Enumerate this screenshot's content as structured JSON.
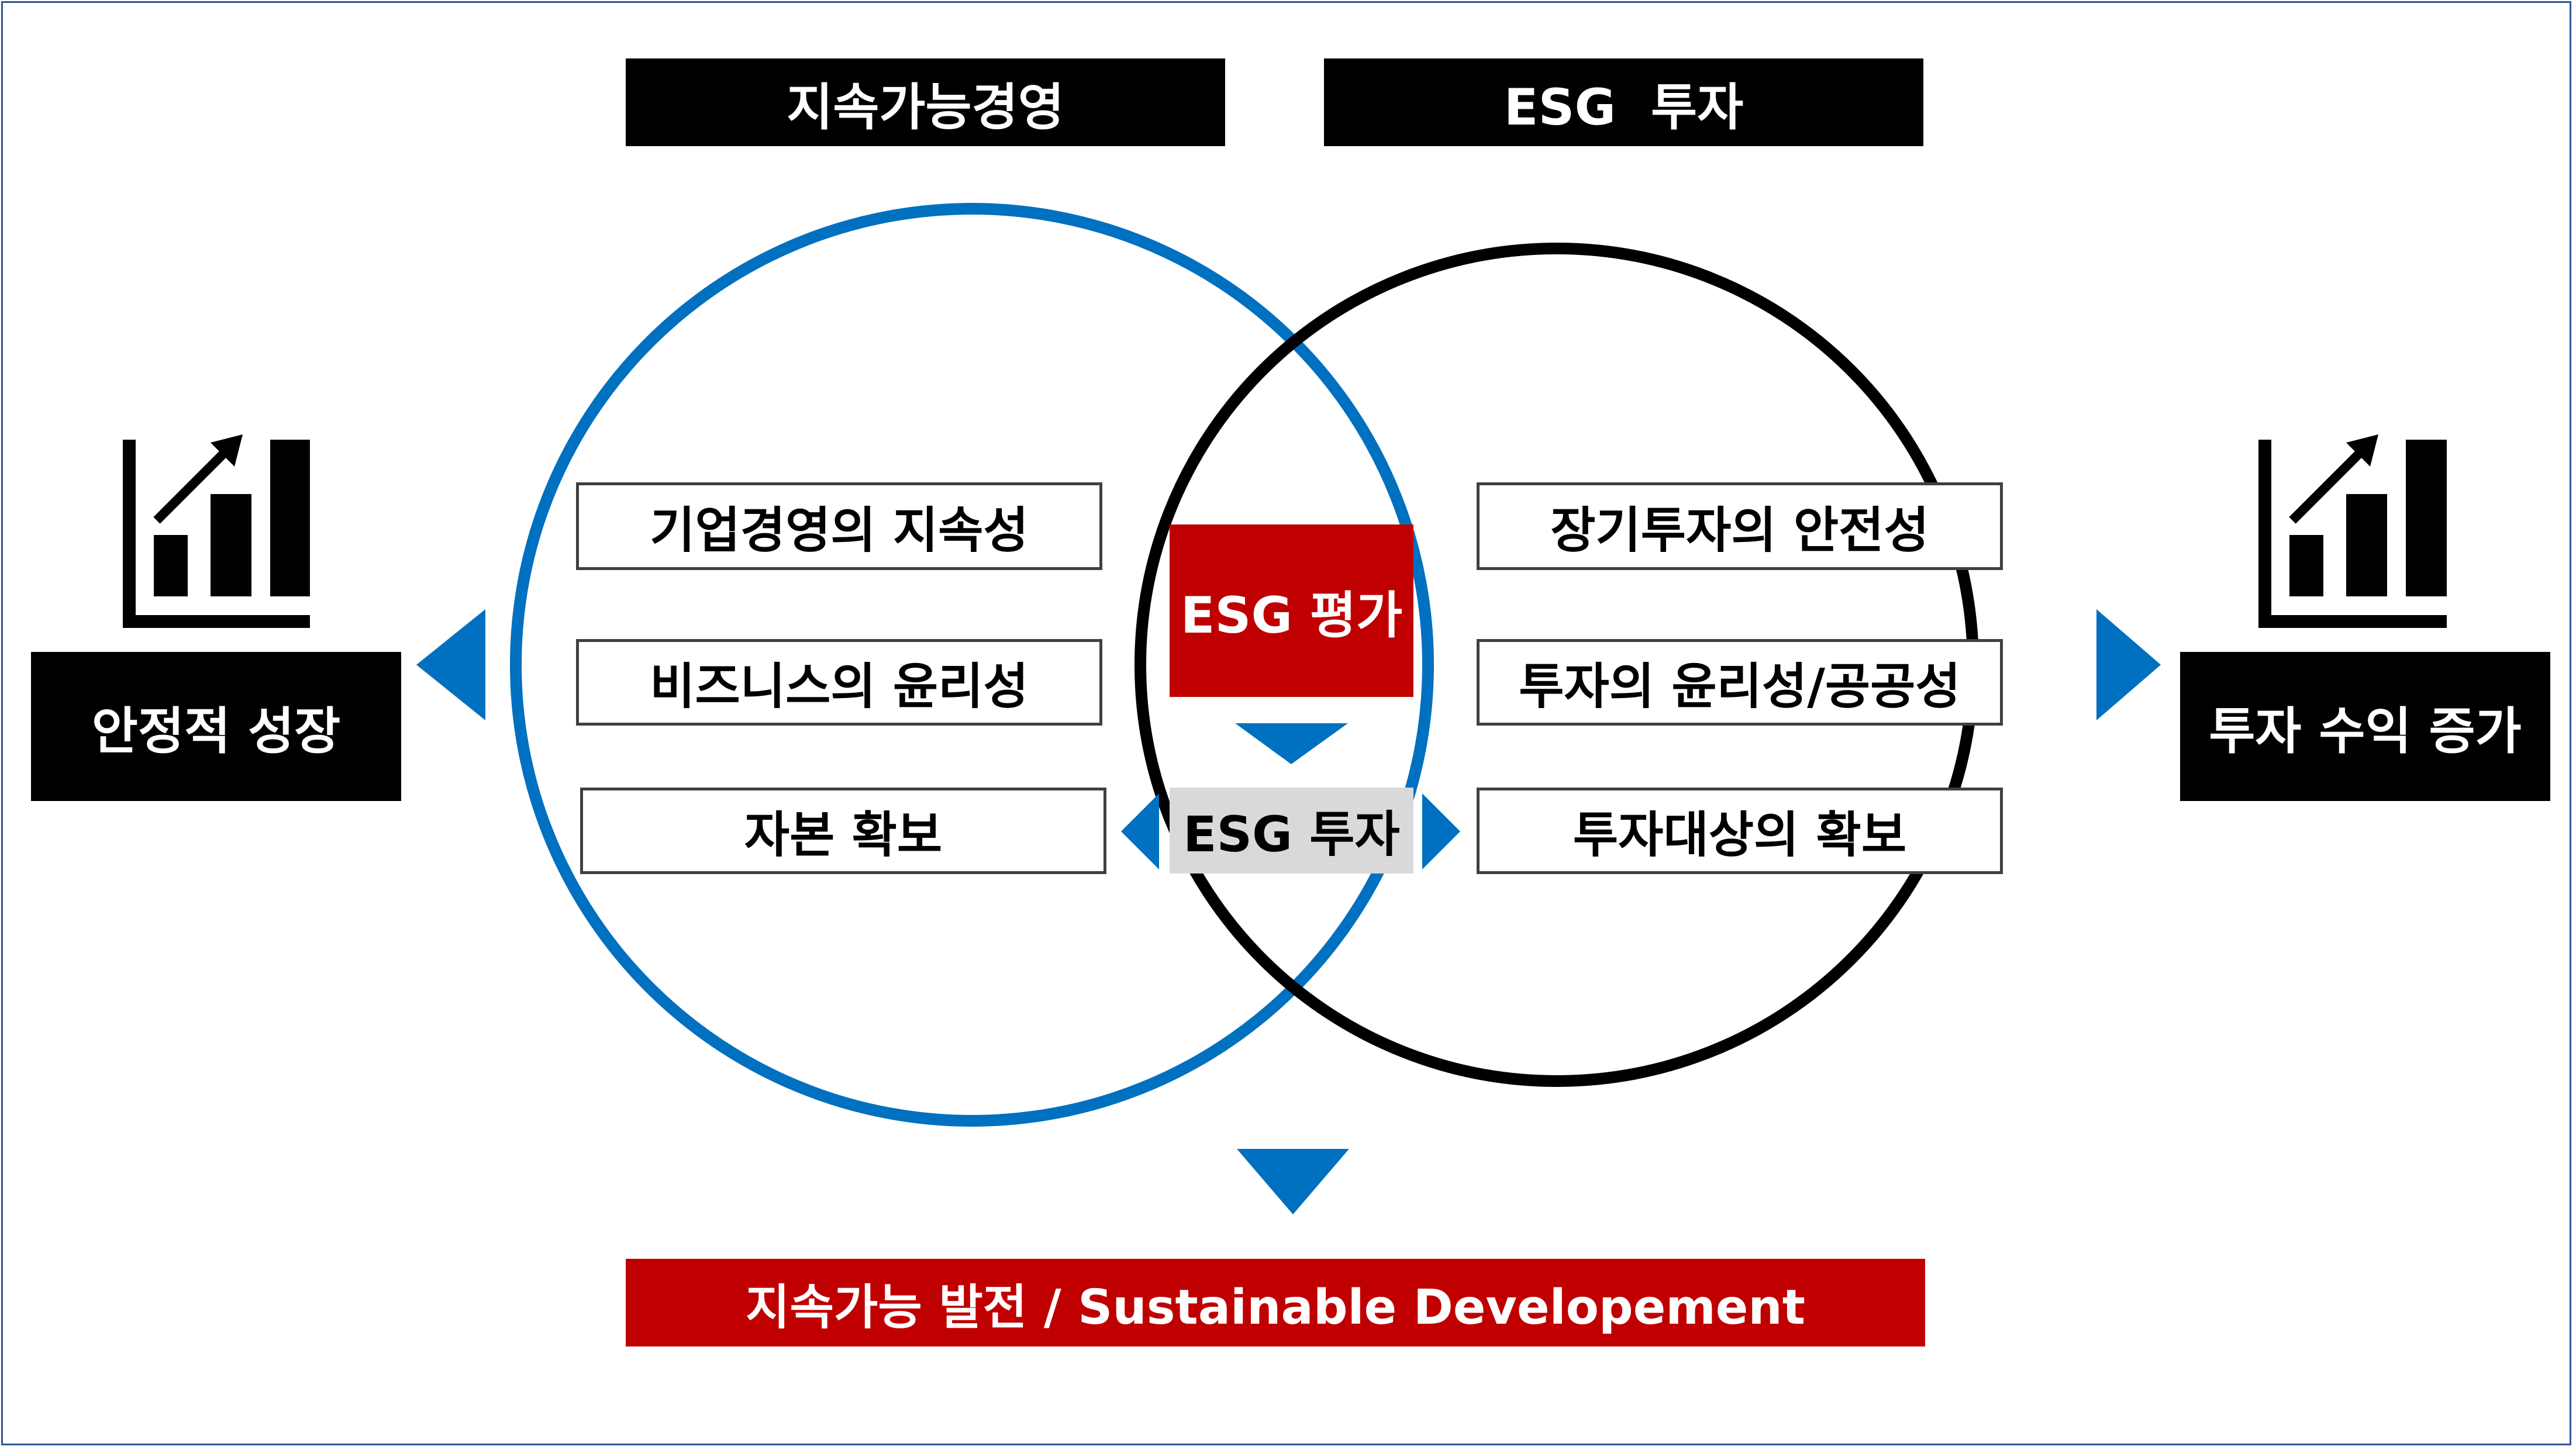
{
  "headers": {
    "left": "지속가능경영",
    "right": "ESG  투자"
  },
  "left_items": [
    "기업경영의 지속성",
    "비즈니스의 윤리성",
    "자본 확보"
  ],
  "right_items": [
    "장기투자의 안전성",
    "투자의 윤리성/공공성",
    "투자대상의 확보"
  ],
  "center": {
    "top": "ESG 평가",
    "bottom": "ESG 투자"
  },
  "side": {
    "left": "안정적 성장",
    "right": "투자 수익 증가"
  },
  "bottom": "지속가능 발전 / Sustainable Developement",
  "icons": {
    "left": "growth-chart-icon",
    "right": "growth-chart-icon"
  },
  "colors": {
    "accent_blue": "#0070c0",
    "accent_red": "#c00000",
    "grey": "#d9d9d9",
    "black": "#000000",
    "frame": "#2f5597"
  }
}
